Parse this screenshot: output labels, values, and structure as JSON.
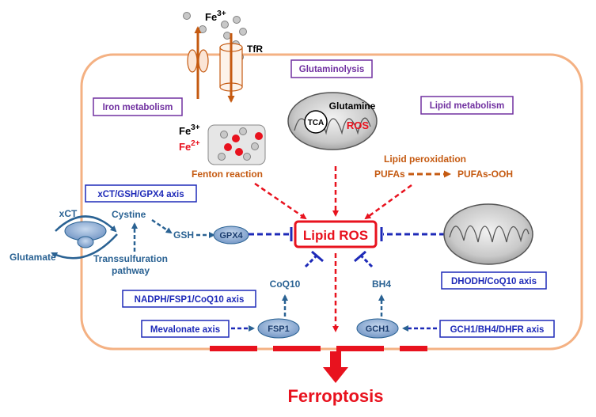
{
  "iron": {
    "fe3_outside": "Fe",
    "fe3_outside_sup": "3+",
    "tfr": "TfR",
    "fe3_inside": "Fe",
    "fe3_inside_sup": "3+",
    "fe2_inside": "Fe",
    "fe2_inside_sup": "2+",
    "fenton": "Fenton reaction"
  },
  "boxes": {
    "iron_metabolism": "Iron metabolism",
    "glutaminolysis": "Glutaminolysis",
    "lipid_metabolism": "Lipid metabolism",
    "xct_axis": "xCT/GSH/GPX4 axis",
    "nadph_axis": "NADPH/FSP1/CoQ10 axis",
    "mevalonate": "Mevalonate axis",
    "gch1_axis": "GCH1/BH4/DHFR axis",
    "dhodh_axis": "DHODH/CoQ10 axis"
  },
  "mito": {
    "glutamine": "Glutamine",
    "tca": "TCA",
    "ros": "ROS"
  },
  "lipid": {
    "peroxidation": "Lipid peroxidation",
    "pufas": "PUFAs",
    "pufas_ooh": "PUFAs-OOH"
  },
  "center": {
    "lipid_ros": "Lipid ROS"
  },
  "left_pathway": {
    "xct": "xCT",
    "cystine": "Cystine",
    "glutamate": "Glutamate",
    "gsh": "GSH",
    "gpx4": "GPX4",
    "transsulfuration_1": "Transsulfuration",
    "transsulfuration_2": "pathway"
  },
  "bottom_pathway": {
    "coq10": "CoQ10",
    "fsp1": "FSP1",
    "bh4": "BH4",
    "gch1": "GCH1"
  },
  "outcome": {
    "ferroptosis": "Ferroptosis"
  },
  "colors": {
    "cell_border": "#f4b183",
    "red": "#e8121e",
    "blue": "#1f4e9c",
    "navy_box": "#1e2ab8",
    "purple_box": "#7030a0",
    "brown": "#c55a11",
    "teal_text": "#2a6293",
    "node_fill": "#8fb1d9"
  }
}
